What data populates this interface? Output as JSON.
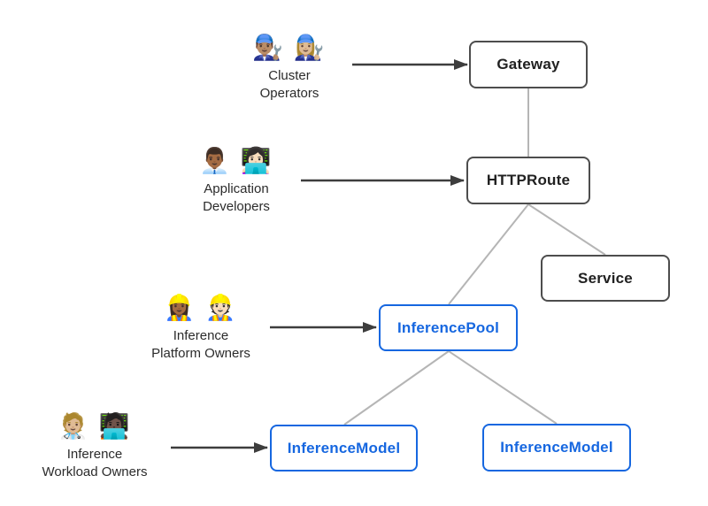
{
  "diagram": {
    "type": "architecture-diagram",
    "colors": {
      "standard_border": "#4d4d4d",
      "standard_text": "#212121",
      "extension_accent": "#1667e0",
      "connector": "#b5b5b5",
      "arrow": "#3d3d3d",
      "actor_text": "#2b2b2b"
    },
    "actors": [
      {
        "id": "cluster-operators",
        "emoji": "👨🏽‍🔧 👩🏼‍🔧",
        "label": "Cluster\nOperators"
      },
      {
        "id": "application-developers",
        "emoji": "👨🏾‍💼 👩🏻‍💻",
        "label": "Application\nDevelopers"
      },
      {
        "id": "inference-platform-owners",
        "emoji": "👷🏾‍♀️ 👷🏻",
        "label": "Inference\nPlatform Owners"
      },
      {
        "id": "inference-workload-owners",
        "emoji": "🧑🏼‍⚕️ 🧑🏿‍💻",
        "label": "Inference\nWorkload Owners"
      }
    ],
    "nodes": [
      {
        "id": "gateway",
        "label": "Gateway",
        "style": "standard"
      },
      {
        "id": "httproute",
        "label": "HTTPRoute",
        "style": "standard"
      },
      {
        "id": "service",
        "label": "Service",
        "style": "standard"
      },
      {
        "id": "inferencepool",
        "label": "InferencePool",
        "style": "extension"
      },
      {
        "id": "inferencemodel-left",
        "label": "InferenceModel",
        "style": "extension"
      },
      {
        "id": "inferencemodel-right",
        "label": "InferenceModel",
        "style": "extension"
      }
    ],
    "edges": [
      {
        "from": "Gateway",
        "to": "HTTPRoute",
        "style": "line"
      },
      {
        "from": "HTTPRoute",
        "to": "Service",
        "style": "line"
      },
      {
        "from": "HTTPRoute",
        "to": "InferencePool",
        "style": "line"
      },
      {
        "from": "InferencePool",
        "to": "InferenceModel (left)",
        "style": "line"
      },
      {
        "from": "InferencePool",
        "to": "InferenceModel (right)",
        "style": "line"
      },
      {
        "from": "Cluster Operators",
        "to": "Gateway",
        "style": "arrow"
      },
      {
        "from": "Application Developers",
        "to": "HTTPRoute",
        "style": "arrow"
      },
      {
        "from": "Inference Platform Owners",
        "to": "InferencePool",
        "style": "arrow"
      },
      {
        "from": "Inference Workload Owners",
        "to": "InferenceModel (left)",
        "style": "arrow"
      }
    ]
  }
}
